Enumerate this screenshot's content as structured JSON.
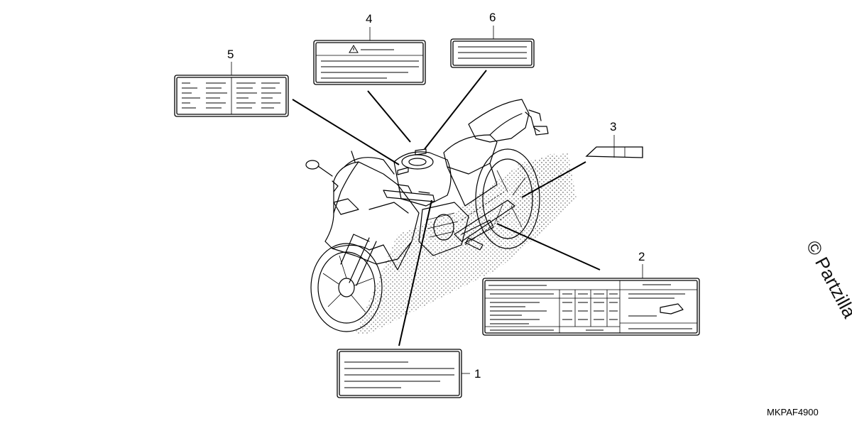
{
  "callouts": {
    "c1": "1",
    "c2": "2",
    "c3": "3",
    "c4": "4",
    "c5": "5",
    "c6": "6"
  },
  "diagram_code": "MKPAF4900",
  "watermark": "© Partzilla",
  "icons": {
    "warning": "warning-triangle-icon"
  }
}
